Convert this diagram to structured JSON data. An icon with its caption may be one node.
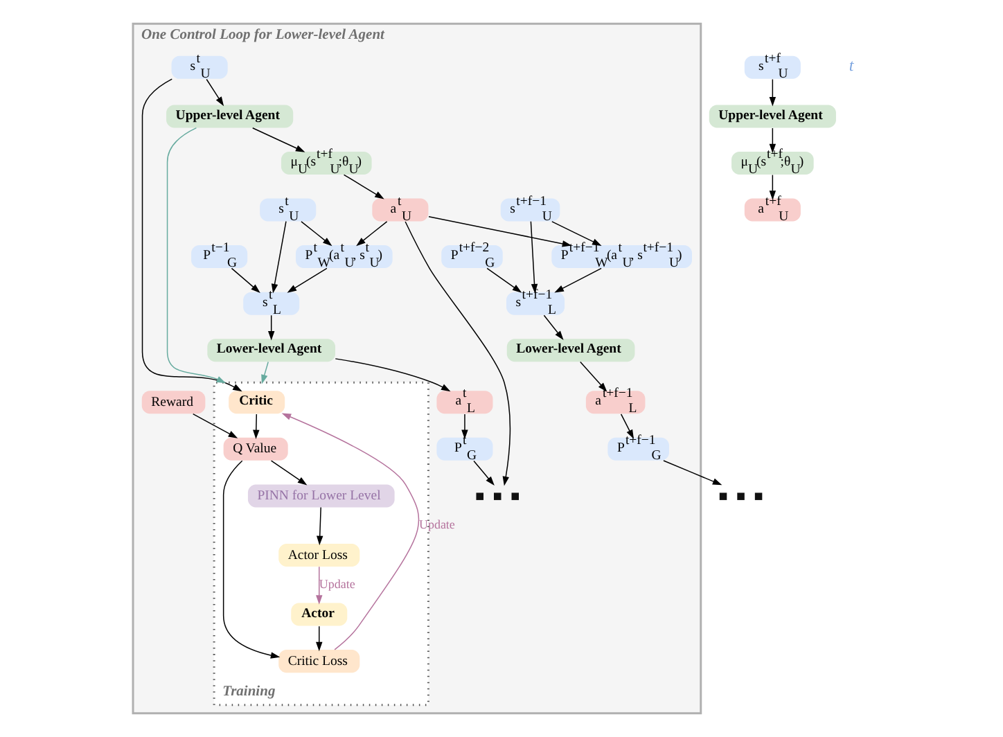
{
  "diagram": {
    "nodes": [
      {
        "text": [
          "One Control Loop for Lower-level Agent"
        ]
      },
      {
        "text": [
          "Training"
        ],
        "in": 0
      },
      {
        "text": [
          "s$^{t}$$_{U}$"
        ],
        "in": 0
      },
      {
        "text": [
          "Upper-level Agent"
        ],
        "in": 0
      },
      {
        "text": [
          "μ$_{U}$(s$^{t+f}$$_{U}$;θ$_{U}$)"
        ],
        "in": 0
      },
      {
        "text": [
          "a$^{t}$$_{U}$"
        ],
        "in": 0
      },
      {
        "text": [
          "Critic"
        ],
        "in": 1
      },
      {
        "text": [
          "Q Value"
        ],
        "in": 1
      },
      {
        "text": [
          "Reward"
        ],
        "in": 0
      },
      {
        "text": [
          "Actor"
        ],
        "in": 1
      },
      {
        "text": [
          "Critic Loss"
        ],
        "in": 1
      },
      {
        "text": [
          "PINN for Lower Level"
        ],
        "in": 1
      },
      {
        "text": [
          "Actor Loss"
        ],
        "in": 1
      },
      {
        "text": [
          "s$^{t}$$_{U}$"
        ],
        "in": 0
      },
      {
        "text": [
          "P$^{t}$$_{W}$(a$^{t}$$_{U}$, s$^{t}$$_{U}$)"
        ],
        "in": 0
      },
      {
        "text": [
          "s$^{t}$$_{L}$"
        ],
        "in": 0
      },
      {
        "text": [
          "Lower-level Agent"
        ],
        "in": 0
      },
      {
        "text": [
          "P$^{t−1}$$_{G}$"
        ],
        "in": 0
      },
      {
        "text": [
          "a$^{t}$$_{L}$"
        ],
        "in": 0
      },
      {
        "text": [
          "P$^{t}$$_{G}$"
        ],
        "in": 0
      },
      {
        "text": [],
        "shape": "dots",
        "in": 0
      },
      {
        "text": [
          "s$^{t+f−1}$$_{U}$"
        ],
        "in": 0
      },
      {
        "text": [
          "P$^{t+f−1}$$_{W}$(a$^{t}$$_{U}$, s$^{t+f−1}$$_{U}$)"
        ],
        "in": 0
      },
      {
        "text": [
          "s$^{t+f−1}$$_{L}$"
        ],
        "in": 0
      },
      {
        "text": [
          "Lower-level Agent"
        ],
        "in": 0
      },
      {
        "text": [
          "P$^{t+f−2}$$_{G}$"
        ],
        "in": 0
      },
      {
        "text": [
          "a$^{t+f−1}$$_{L}$"
        ],
        "in": 0
      },
      {
        "text": [
          "P$^{t+f−1}$$_{G}$"
        ],
        "in": 0
      },
      {
        "text": [],
        "shape": "dots"
      },
      {
        "text": [
          "s$^{t+f}$$_{U}$"
        ]
      },
      {
        "text": [
          "Upper-level Agent"
        ]
      },
      {
        "text": [
          "μ$_{U}$(s$^{t+f}$;θ$_{U}$)"
        ]
      },
      {
        "text": [
          "a$^{t+f}$$_{U}$"
        ]
      }
    ],
    "edges": [
      {
        "from": 2,
        "to": 3,
        "arrow": "to"
      },
      {
        "from": 3,
        "to": 4,
        "arrow": "to"
      },
      {
        "from": 4,
        "to": 5,
        "arrow": "to"
      },
      {
        "from": 2,
        "to": 6,
        "arrow": "to"
      },
      {
        "from": 6,
        "to": 7,
        "arrow": "to"
      },
      {
        "from": 8,
        "to": 7,
        "arrow": "to"
      },
      {
        "from": 7,
        "to": 10,
        "arrow": "to"
      },
      {
        "from": 7,
        "to": 11,
        "arrow": "to"
      },
      {
        "from": 9,
        "to": 10,
        "arrow": "to"
      },
      {
        "from": 10,
        "to": 6,
        "arrow": "to",
        "label": "Update",
        "color": "#b5739d"
      },
      {
        "from": 11,
        "to": 12,
        "arrow": "to"
      },
      {
        "from": 12,
        "to": 9,
        "arrow": "to",
        "label": "Update",
        "color": "#b5739d"
      },
      {
        "from": 3,
        "to": 1,
        "arrow": "to",
        "color": "#67ab9f"
      },
      {
        "from": 16,
        "to": 1,
        "arrow": "to",
        "color": "#67ab9f"
      },
      {
        "from": 5,
        "to": 14,
        "arrow": "to"
      },
      {
        "from": 5,
        "to": 20,
        "arrow": "to"
      },
      {
        "from": 5,
        "to": 22,
        "arrow": "to"
      },
      {
        "from": 13,
        "to": 14,
        "arrow": "to"
      },
      {
        "from": 14,
        "to": 15,
        "arrow": "to"
      },
      {
        "from": 13,
        "to": 15,
        "arrow": "to"
      },
      {
        "from": 17,
        "to": 15,
        "arrow": "to"
      },
      {
        "from": 15,
        "to": 16,
        "arrow": "to"
      },
      {
        "from": 16,
        "to": 18,
        "arrow": "to"
      },
      {
        "from": 18,
        "to": 19,
        "arrow": "to"
      },
      {
        "from": 19,
        "to": 20,
        "arrow": "to"
      },
      {
        "from": 21,
        "to": 22,
        "arrow": "to"
      },
      {
        "from": 22,
        "to": 23,
        "arrow": "to"
      },
      {
        "from": 21,
        "to": 23,
        "arrow": "to"
      },
      {
        "from": 25,
        "to": 23,
        "arrow": "to"
      },
      {
        "from": 23,
        "to": 24,
        "arrow": "to"
      },
      {
        "from": 24,
        "to": 26,
        "arrow": "to"
      },
      {
        "from": 26,
        "to": 27,
        "arrow": "to"
      },
      {
        "from": 27,
        "to": 28,
        "arrow": "to"
      },
      {
        "from": 29,
        "to": 30,
        "arrow": "to"
      },
      {
        "from": 30,
        "to": 31,
        "arrow": "to"
      },
      {
        "from": 31,
        "to": 32,
        "arrow": "to"
      }
    ],
    "labels": [
      "t"
    ]
  }
}
